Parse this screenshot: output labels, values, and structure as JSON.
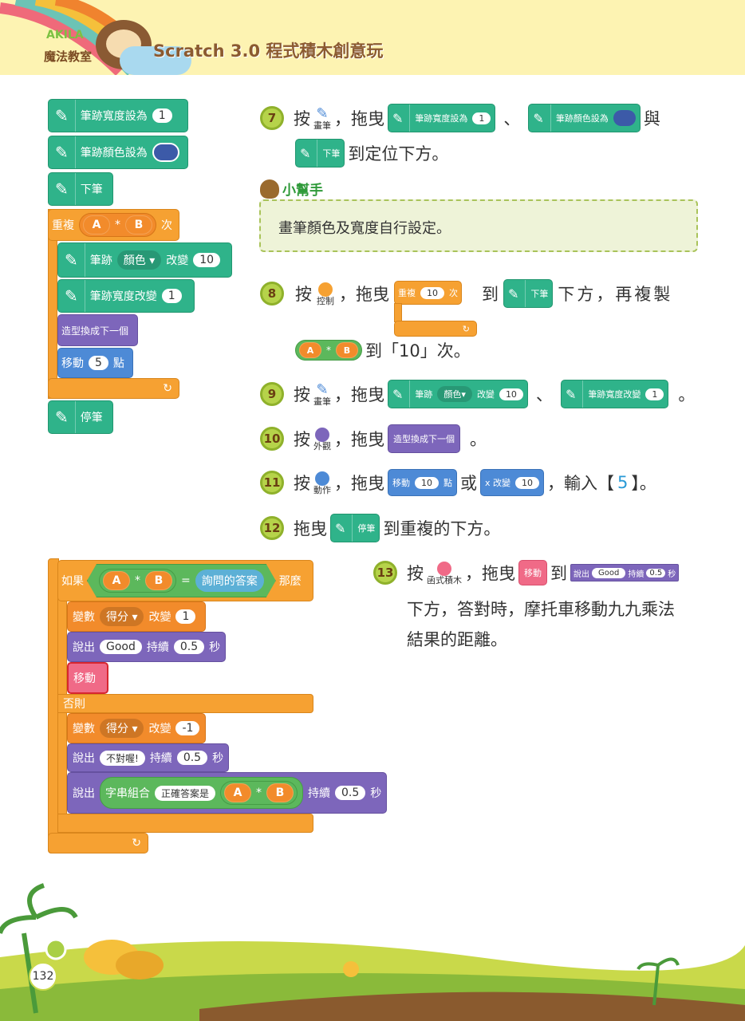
{
  "header": {
    "logo_top": "AKILA",
    "logo_bottom": "魔法教室",
    "title": "Scratch 3.0 程式積木創意玩"
  },
  "script1": {
    "pen_width_set": "筆跡寬度設為",
    "pen_width_val": "1",
    "pen_color_set": "筆跡顏色設為",
    "pen_down": "下筆",
    "repeat": "重複",
    "times": "次",
    "a": "A",
    "mul": "*",
    "b": "B",
    "pen_change": "筆跡",
    "color": "顏色",
    "change": "改變",
    "change_val": "10",
    "pen_width_change": "筆跡寬度改變",
    "pen_width_change_val": "1",
    "next_costume": "造型換成下一個",
    "move": "移動",
    "move_val": "5",
    "steps": "點",
    "pen_up": "停筆"
  },
  "steps": {
    "s7": {
      "num": "7",
      "press": "按",
      "cat": "畫筆",
      "drag": "，拖曳",
      "sep": "、",
      "and": "與",
      "tail": "到定位下方。"
    },
    "help": {
      "title": "小幫手",
      "text": "畫筆顏色及寬度自行設定。"
    },
    "s8": {
      "num": "8",
      "press": "按",
      "cat": "控制",
      "drag": "，拖曳",
      "rep_val": "10",
      "to": "到",
      "tail": "下方，再複製",
      "line2": "到「10」次。"
    },
    "s9": {
      "num": "9",
      "press": "按",
      "cat": "畫筆",
      "drag": "，拖曳",
      "sep": "、",
      "end": "。"
    },
    "s10": {
      "num": "10",
      "press": "按",
      "cat": "外觀",
      "drag": "，拖曳",
      "end": "。"
    },
    "s11": {
      "num": "11",
      "press": "按",
      "cat": "動作",
      "drag": "，拖曳",
      "move_val": "10",
      "or": "或",
      "xchange": "x 改變",
      "x_val": "10",
      "input": "，輸入【",
      "value": "5",
      "end": "】。"
    },
    "s12": {
      "num": "12",
      "drag": "拖曳",
      "tail": "到重複的下方。"
    },
    "s13": {
      "num": "13",
      "press": "按",
      "cat": "函式積木",
      "drag": "，拖曳",
      "to": "到",
      "line2": "下方，答對時，摩托車移動九九乘法",
      "line3": "結果的距離。"
    }
  },
  "script2": {
    "if": "如果",
    "then": "那麼",
    "eq": "=",
    "ask": "詢問的答案",
    "else": "否則",
    "var": "變數",
    "score": "得分",
    "change": "改變",
    "inc": "1",
    "dec": "-1",
    "say": "說出",
    "good": "Good",
    "for": "持續",
    "sec_val": "0.5",
    "sec": "秒",
    "move": "移動",
    "wrong": "不對喔!",
    "join": "字串組合",
    "correct": "正確答案是"
  },
  "footer": {
    "page": "132"
  },
  "colors": {
    "pen": "#2fb38a",
    "control": "#f6a132",
    "looks": "#7d66bb",
    "motion": "#4d8ad6",
    "variables": "#f28b2b",
    "myblocks": "#f06a87",
    "operators": "#5cb85c"
  }
}
